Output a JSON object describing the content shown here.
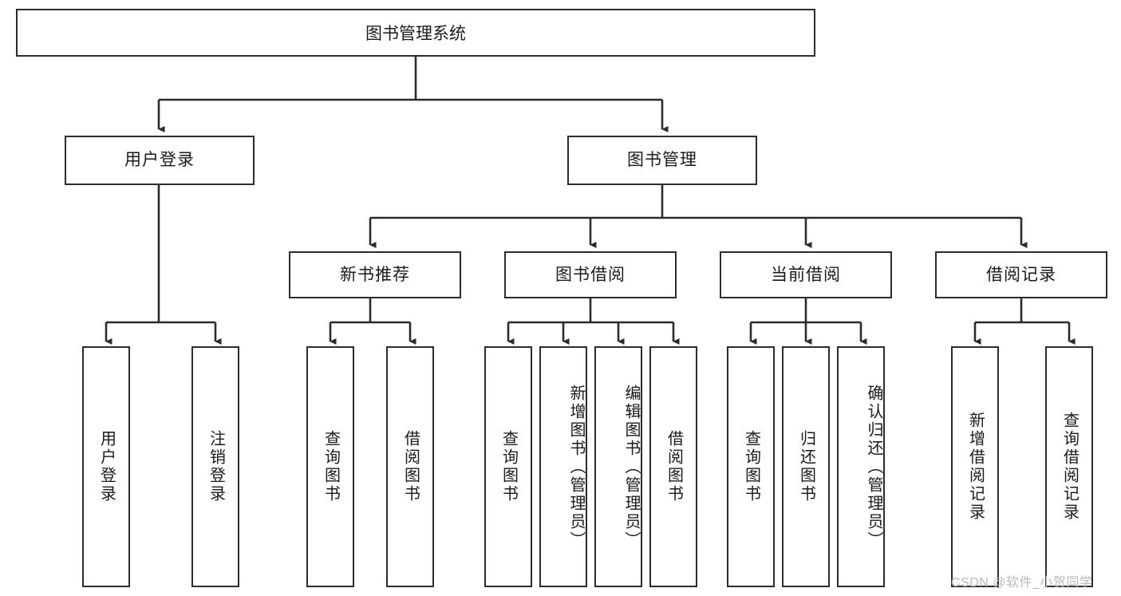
{
  "diagram": {
    "type": "tree-hierarchy",
    "title": "图书管理系统",
    "watermark": "CSDN @软件_小贺同学",
    "colors": {
      "stroke": "#2b2b2b",
      "fill": "#ffffff",
      "text": "#1a1a1a",
      "watermark": "#b9b9b9"
    },
    "nodes": {
      "root": {
        "label": "图书管理系统",
        "level": 1,
        "orientation": "horizontal"
      },
      "l2": [
        {
          "id": "user-login",
          "label": "用户登录",
          "level": 2,
          "orientation": "horizontal"
        },
        {
          "id": "book-manage",
          "label": "图书管理",
          "level": 2,
          "orientation": "horizontal"
        }
      ],
      "l3": [
        {
          "id": "new-book-rec",
          "label": "新书推荐",
          "level": 3,
          "orientation": "horizontal",
          "parent": "book-manage"
        },
        {
          "id": "book-borrow",
          "label": "图书借阅",
          "level": 3,
          "orientation": "horizontal",
          "parent": "book-manage"
        },
        {
          "id": "current-borrow",
          "label": "当前借阅",
          "level": 3,
          "orientation": "horizontal",
          "parent": "book-manage"
        },
        {
          "id": "borrow-record",
          "label": "借阅记录",
          "level": 3,
          "orientation": "horizontal",
          "parent": "book-manage"
        }
      ],
      "leaves": [
        {
          "id": "leaf-user-login",
          "label": "用户登录",
          "parent": "user-login",
          "orientation": "vertical"
        },
        {
          "id": "leaf-user-logout",
          "label": "注销登录",
          "parent": "user-login",
          "orientation": "vertical"
        },
        {
          "id": "leaf-rec-query",
          "label": "查询图书",
          "parent": "new-book-rec",
          "orientation": "vertical"
        },
        {
          "id": "leaf-rec-borrow",
          "label": "借阅图书",
          "parent": "new-book-rec",
          "orientation": "vertical"
        },
        {
          "id": "leaf-borrow-query",
          "label": "查询图书",
          "parent": "book-borrow",
          "orientation": "vertical"
        },
        {
          "id": "leaf-borrow-add",
          "label": "新增图书（管理员）",
          "parent": "book-borrow",
          "orientation": "vertical"
        },
        {
          "id": "leaf-borrow-edit",
          "label": "编辑图书（管理员）",
          "parent": "book-borrow",
          "orientation": "vertical"
        },
        {
          "id": "leaf-borrow-do",
          "label": "借阅图书",
          "parent": "book-borrow",
          "orientation": "vertical"
        },
        {
          "id": "leaf-cur-query",
          "label": "查询图书",
          "parent": "current-borrow",
          "orientation": "vertical"
        },
        {
          "id": "leaf-cur-return",
          "label": "归还图书",
          "parent": "current-borrow",
          "orientation": "vertical"
        },
        {
          "id": "leaf-cur-confirm",
          "label": "确认归还（管理员）",
          "parent": "current-borrow",
          "orientation": "vertical"
        },
        {
          "id": "leaf-rec-add",
          "label": "新增借阅记录",
          "parent": "borrow-record",
          "orientation": "vertical"
        },
        {
          "id": "leaf-rec-query2",
          "label": "查询借阅记录",
          "parent": "borrow-record",
          "orientation": "vertical"
        }
      ]
    }
  }
}
